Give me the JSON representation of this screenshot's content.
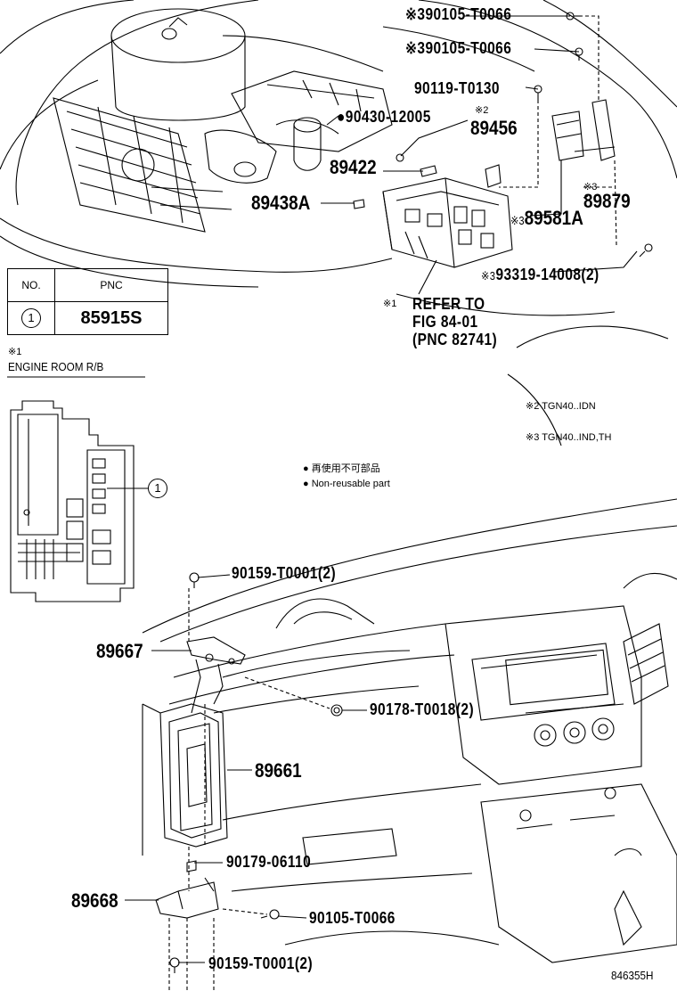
{
  "diagram": {
    "parts": {
      "p1": "※3",
      "p1n": "90105-T0066",
      "p2": "※3",
      "p2n": "90105-T0066",
      "p3": "90119-T0130",
      "p4": "●90430-12005",
      "p5m": "※2",
      "p5": "89456",
      "p6": "89422",
      "p7": "89438A",
      "p8m": "※3",
      "p8": "89879",
      "p9m": "※3",
      "p9": "89581A",
      "p10m": "※3",
      "p10": "93319-14008(2)",
      "ref_mark": "※1",
      "ref_line1": "REFER TO",
      "ref_line2": "FIG 84-01",
      "ref_line3": "(PNC 82741)",
      "p11": "90159-T0001(2)",
      "p12": "89667",
      "p13": "90178-T0018(2)",
      "p14": "89661",
      "p15": "90179-06110",
      "p16": "89668",
      "p17": "90105-T0066",
      "p18": "90159-T0001(2)"
    },
    "table": {
      "col_no": "NO.",
      "col_pnc": "PNC",
      "row_no": "1",
      "row_pnc": "85915S"
    },
    "rb_note": "※1",
    "rb_title": "ENGINE ROOM R/B",
    "callout_num": "1",
    "notes": {
      "n2": "※2  TGN40..IDN",
      "n3": "※3  TGN40..IND,TH"
    },
    "legend": {
      "jp": "● 再使用不可部品",
      "en": "● Non-reusable part"
    },
    "figure_id": "846355H"
  }
}
